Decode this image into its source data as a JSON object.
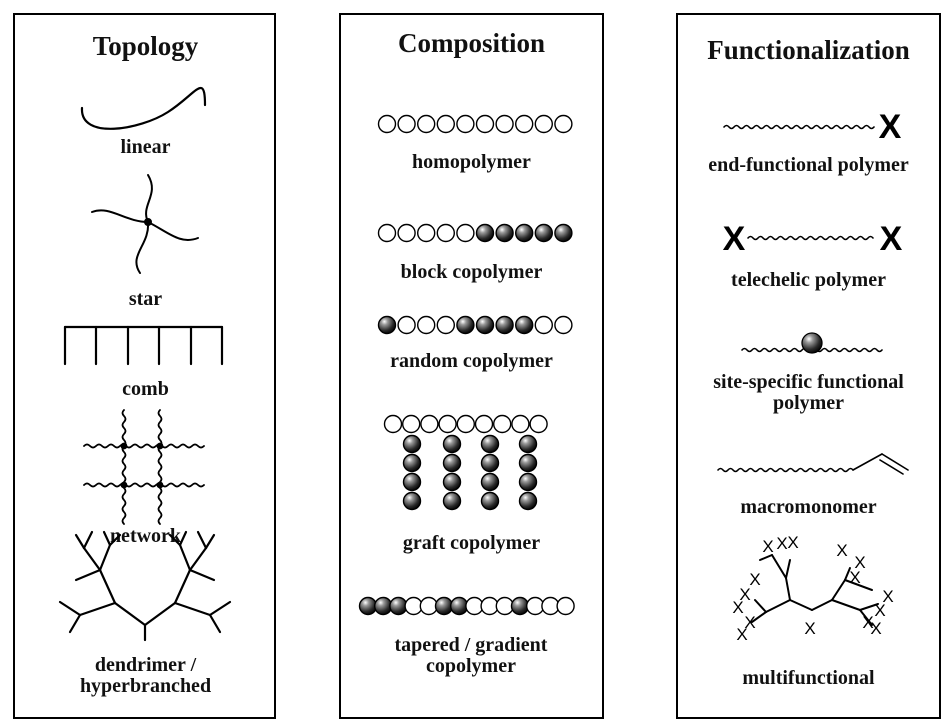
{
  "topology": {
    "title": "Topology",
    "labels": {
      "linear": "linear",
      "star": "star",
      "comb": "comb",
      "network": "network",
      "dendrimer": "dendrimer / hyperbranched"
    }
  },
  "composition": {
    "title": "Composition",
    "labels": {
      "homopolymer": "homopolymer",
      "block": "block copolymer",
      "random": "random copolymer",
      "graft": "graft copolymer",
      "tapered": "tapered / gradient copolymer"
    },
    "sequences": {
      "homopolymer": "oooooooooo",
      "block": "ooooo●●●●●",
      "random": "●ooo●●●●oo",
      "tapered": "●●●oo●●ooo●ooo"
    }
  },
  "functionalization": {
    "title": "Functionalization",
    "labels": {
      "end_functional": "end-functional polymer",
      "telechelic": "telechelic polymer",
      "site_specific": "site-specific functional polymer",
      "macromonomer": "macromonomer",
      "multifunctional": "multifunctional"
    },
    "group_symbol": "X"
  }
}
